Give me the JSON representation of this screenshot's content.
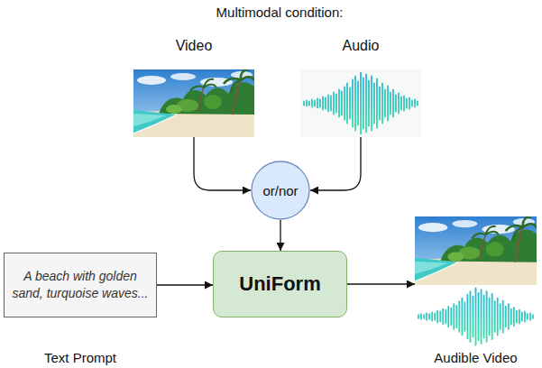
{
  "diagram": {
    "title": "Multimodal condition:",
    "nodes": [
      {
        "text": [
          "Video"
        ]
      },
      {
        "text": [
          "Audio"
        ]
      },
      {
        "text": [
          "or/nor"
        ]
      },
      {
        "text": [
          "A beach with golden sand, turquoise waves..."
        ]
      },
      {
        "text": [
          "UniForm"
        ]
      },
      {
        "text": [
          "Audible Video"
        ]
      }
    ],
    "edges": [
      {
        "from": 0,
        "to": 2,
        "arrow": "to"
      },
      {
        "from": 1,
        "to": 2,
        "arrow": "to"
      },
      {
        "from": 2,
        "to": 4,
        "arrow": "to"
      },
      {
        "from": 3,
        "to": 4,
        "arrow": "to"
      },
      {
        "from": 4,
        "to": 5,
        "arrow": "to"
      }
    ],
    "labels": [
      "Text Prompt"
    ]
  }
}
